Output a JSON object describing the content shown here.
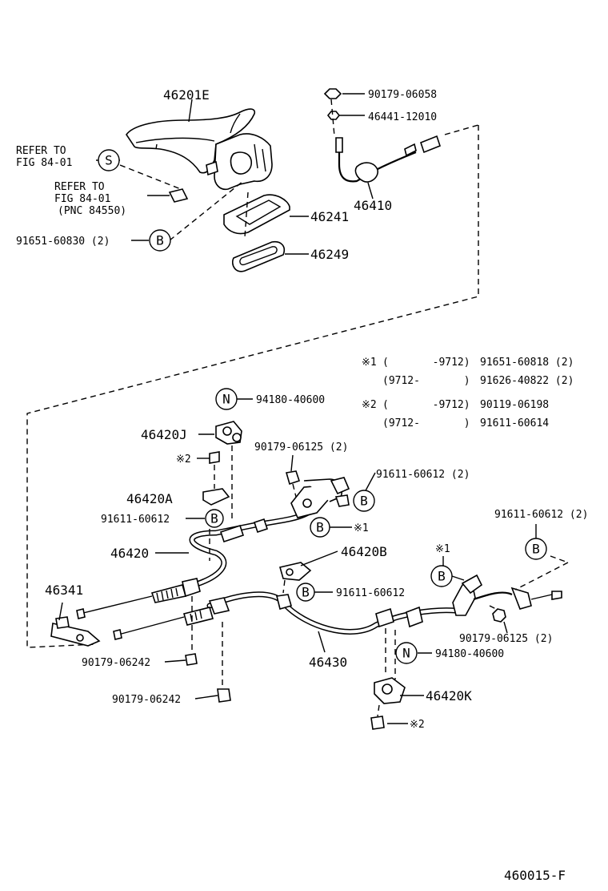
{
  "part_numbers": {
    "lever": "46201E",
    "nut_top": "90179-06058",
    "bolt_top": "46441-12010",
    "switch_cable": "46410",
    "boot": "46241",
    "seal": "46249",
    "bolt_b_top": "91651-60830 (2)",
    "clamp_n1": "94180-40600",
    "clamp_j": "46420J",
    "nut_mid": "90179-06125 (2)",
    "bolt_b_mid_right": "91611-60612 (2)",
    "clamp_a": "46420A",
    "bolt_b_left": "91611-60612",
    "cable_1": "46420",
    "clamp_b": "46420B",
    "bolt_b_clamp": "91611-60612",
    "equalizer": "46341",
    "bolt_b_far_right": "91611-60612 (2)",
    "nut_far_right": "90179-06125 (2)",
    "nut_bottom_1": "90179-06242",
    "nut_bottom_2": "90179-06242",
    "cable_2": "46430",
    "clamp_n2": "94180-40600",
    "clamp_k": "46420K"
  },
  "refer_to_1": [
    "REFER TO",
    "FIG 84-01"
  ],
  "refer_to_2": [
    "REFER TO",
    "FIG 84-01",
    "(PNC 84550)"
  ],
  "circle_letters": {
    "s": "S",
    "b": "B",
    "n": "N"
  },
  "marks": {
    "ref1": "※1",
    "ref2": "※2"
  },
  "notes": [
    {
      "mark": "※1",
      "range": "(       -9712)",
      "part": "91651-60818 (2)"
    },
    {
      "mark": "",
      "range": "(9712-       )",
      "part": "91626-40822 (2)"
    },
    {
      "mark": "※2",
      "range": "(       -9712)",
      "part": "90119-06198"
    },
    {
      "mark": "",
      "range": "(9712-       )",
      "part": "91611-60614"
    }
  ],
  "figure_code": "460015-F"
}
